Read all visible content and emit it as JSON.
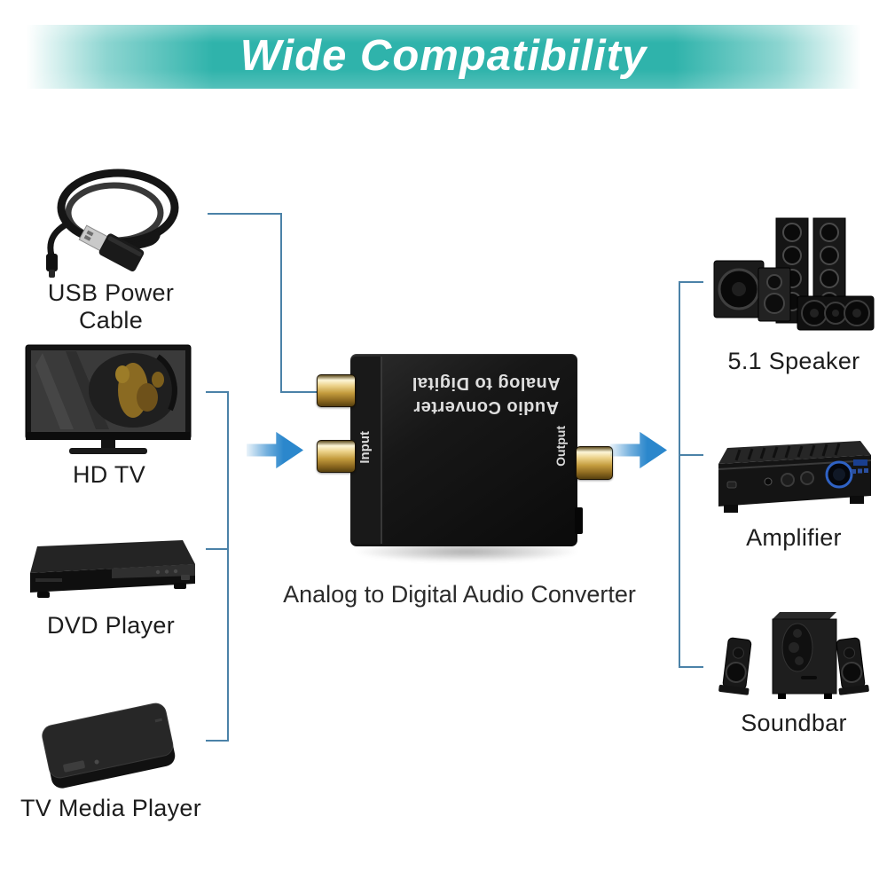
{
  "banner": {
    "title": "Wide Compatibility"
  },
  "sources": [
    {
      "label": "USB Power Cable"
    },
    {
      "label": "HD TV"
    },
    {
      "label": "DVD Player"
    },
    {
      "label": "TV Media Player"
    }
  ],
  "converter": {
    "print_line_top": "Analog to Digital",
    "print_line_bottom": "Audio Converter",
    "input_label": "Input",
    "output_label": "Output",
    "caption": "Analog to Digital Audio Converter"
  },
  "outputs": [
    {
      "label": "5.1 Speaker"
    },
    {
      "label": "Amplifier"
    },
    {
      "label": "Soundbar"
    }
  ],
  "colors": {
    "banner_teal": "#2fb3ab",
    "arrow_blue": "#2b87cc",
    "connector_blue": "#4b82a8",
    "label_dark": "#1d1d1d"
  }
}
